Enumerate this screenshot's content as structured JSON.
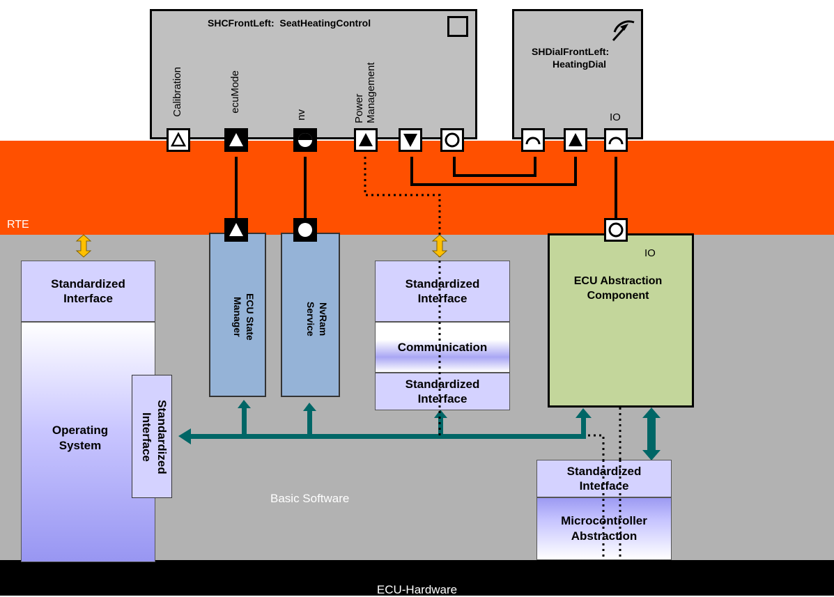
{
  "regions": {
    "rte_label": "RTE",
    "basic_software_label": "Basic Software",
    "ecu_hardware_label": "ECU-Hardware"
  },
  "components": {
    "seat_heating": {
      "title": "SHCFrontLeft:  SeatHeatingControl",
      "ports": {
        "calibration": "Calibration",
        "ecu_mode": "ecuMode",
        "nv": "nv",
        "power_management": "Power Management"
      }
    },
    "heating_dial": {
      "title_line1": "SHDialFrontLeft:",
      "title_line2": "HeatingDial",
      "port_io": "IO"
    }
  },
  "basic_software": {
    "os_block": {
      "interface_label": "Standardized Interface",
      "body_label": "Operating System",
      "side_interface_label": "Standardized Interface"
    },
    "ecu_state_manager": "ECU State Manager",
    "nvram_service": "NvRam Service",
    "comm_stack": {
      "top_interface": "Standardized Interface",
      "body_label": "Communication",
      "bottom_interface": "Standardized Interface"
    },
    "ecu_abstraction": {
      "label": "ECU Abstraction Component",
      "port_io": "IO"
    },
    "microcontroller_stack": {
      "interface_label": "Standardized Interface",
      "body_label": "Microcontroller Abstraction"
    }
  },
  "colors": {
    "rte": "#ff5000",
    "bsw_background": "#b2b2b2",
    "component_gray": "#c0c0c0",
    "service_blue": "#95b3d7",
    "ecu_abstraction_green": "#c3d69b",
    "interface_lavender": "#d4d2ff",
    "bus_teal": "#006666",
    "updown_arrow": "#ffc000",
    "hardware": "#000000"
  }
}
